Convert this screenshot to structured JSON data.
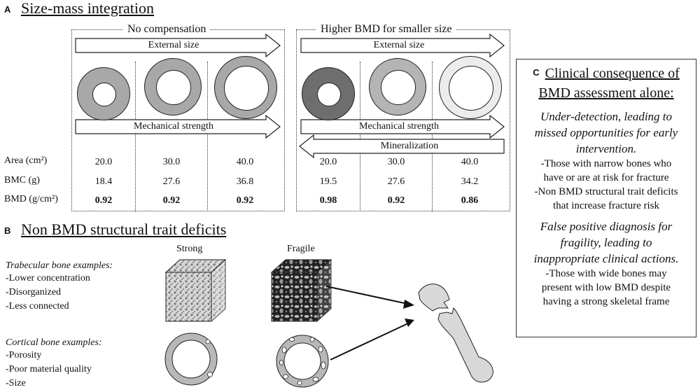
{
  "panel_a": {
    "letter": "A",
    "title": "Size-mass integration",
    "left_heading": "No compensation",
    "right_heading": "Higher BMD for smaller size",
    "arrow_external": "External size",
    "arrow_mechanical": "Mechanical strength",
    "arrow_mineralization": "Mineralization",
    "row_labels": {
      "area": "Area (cm²)",
      "bmc": "BMC (g)",
      "bmd": "BMD (g/cm²)"
    },
    "left_values": {
      "area": [
        "20.0",
        "30.0",
        "40.0"
      ],
      "bmc": [
        "18.4",
        "27.6",
        "36.8"
      ],
      "bmd": [
        "0.92",
        "0.92",
        "0.92"
      ]
    },
    "right_values": {
      "area": [
        "20.0",
        "30.0",
        "40.0"
      ],
      "bmc": [
        "19.5",
        "27.6",
        "34.2"
      ],
      "bmd": [
        "0.98",
        "0.92",
        "0.86"
      ]
    },
    "colors": {
      "left_ring": "#a8a8a8",
      "right_ring_dark": "#6e6e6e",
      "right_ring_mid": "#b4b4b4",
      "right_ring_light": "#ececec"
    }
  },
  "panel_b": {
    "letter": "B",
    "title": "Non BMD structural trait deficits",
    "strong_label": "Strong",
    "fragile_label": "Fragile",
    "trabecular_heading": "Trabecular bone examples:",
    "trabecular_items": [
      "-Lower concentration",
      "-Disorganized",
      "-Less connected"
    ],
    "cortical_heading": "Cortical bone examples:",
    "cortical_items": [
      "-Porosity",
      "-Poor material quality",
      "-Size"
    ]
  },
  "panel_c": {
    "letter": "C",
    "title_line1": "Clinical consequence of",
    "title_line2": "BMD assessment alone:",
    "under_lines": [
      "Under-detection, leading to",
      "missed opportunities for early",
      "intervention."
    ],
    "under_items": [
      "-Those with narrow bones who",
      "have or are at risk for fracture",
      "-Non BMD structural trait deficits",
      "that increase fracture risk"
    ],
    "false_lines": [
      "False positive diagnosis for",
      "fragility, leading to",
      "inappropriate clinical actions."
    ],
    "false_items": [
      "-Those with wide bones may",
      "present with low BMD despite",
      "having a strong skeletal frame"
    ]
  }
}
